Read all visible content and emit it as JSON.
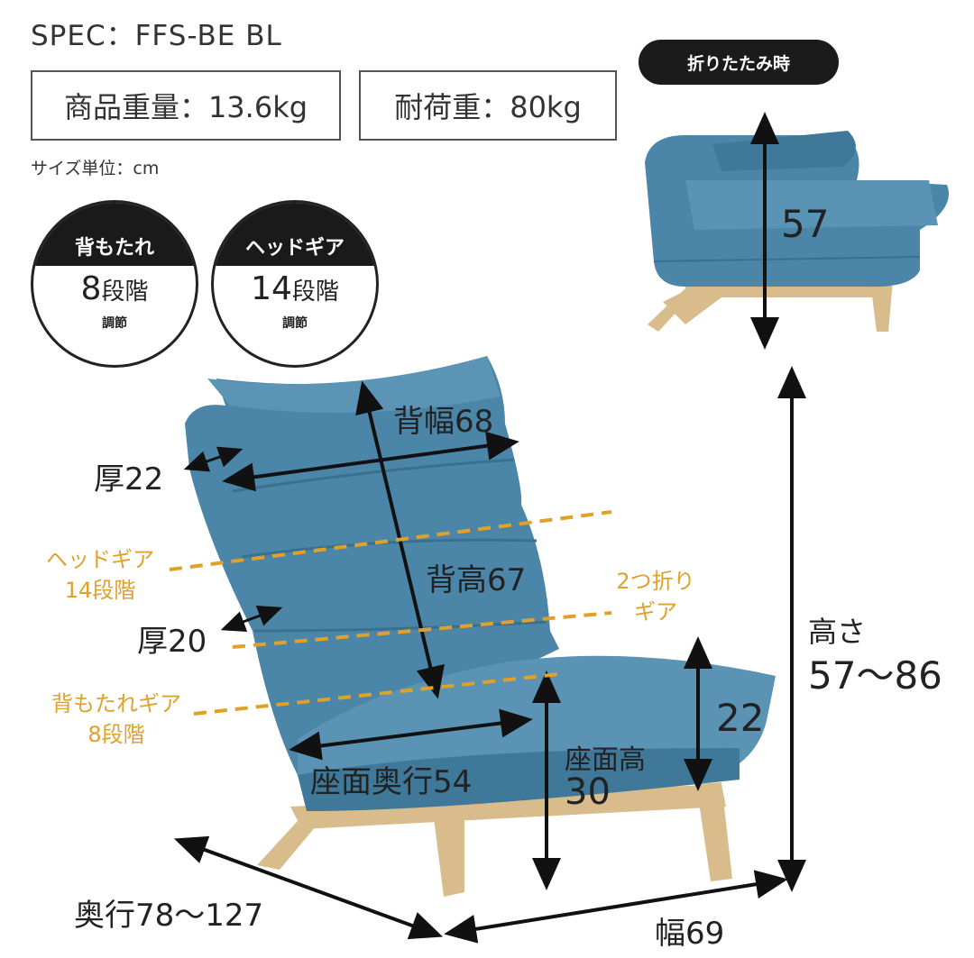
{
  "spec": "SPEC：FFS-BE BL",
  "weight_box": "商品重量：13.6kg",
  "load_box": "耐荷重：80kg",
  "size_unit": "サイズ単位：cm",
  "badges": [
    {
      "title": "背もたれ",
      "num": "8",
      "suffix": "段階",
      "sub": "調節"
    },
    {
      "title": "ヘッドギア",
      "num": "14",
      "suffix": "段階",
      "sub": "調節"
    }
  ],
  "folded_label": "折りたたみ時",
  "folded_height": "57",
  "dims": {
    "back_width": "背幅68",
    "thick_top": "厚22",
    "thick_mid": "厚20",
    "back_height": "背高67",
    "seat_depth": "座面奥行54",
    "seat_height_label": "座面高",
    "seat_height_value": "30",
    "cushion": "22",
    "height_label": "高さ",
    "height_value": "57〜86",
    "depth": "奥行78〜127",
    "width": "幅69"
  },
  "gears": {
    "head_gear_line1": "ヘッドギア",
    "head_gear_line2": "14段階",
    "fold_gear_line1": "2つ折り",
    "fold_gear_line2": "ギア",
    "back_gear_line1": "背もたれギア",
    "back_gear_line2": "8段階"
  },
  "colors": {
    "chair": "#4b86a8",
    "chair_dark": "#3a6f8f",
    "wood": "#d9bc8c",
    "accent_orange": "#e0a12a"
  }
}
